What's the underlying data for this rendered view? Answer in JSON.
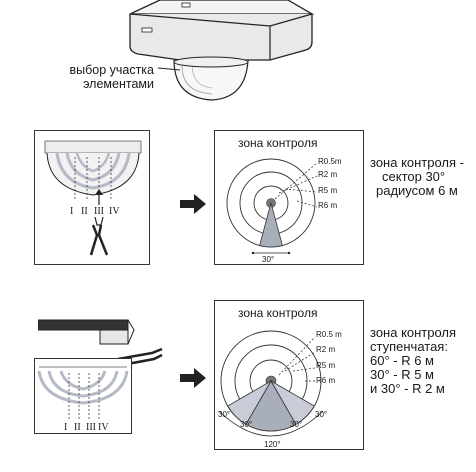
{
  "top": {
    "caption_line1": "выбор участка",
    "caption_line2": "элементами"
  },
  "section1": {
    "lens_marks": [
      "I",
      "II",
      "III",
      "IV"
    ],
    "zone_title": "зона контроля",
    "radii": [
      "R0.5m",
      "R2 m",
      "R5 m",
      "R6 m"
    ],
    "angle": "30°",
    "desc_lines": [
      "зона контроля -",
      "сектор 30°",
      "радиусом 6 м"
    ]
  },
  "section2": {
    "lens_marks": [
      "I",
      "II",
      "III",
      "IV"
    ],
    "zone_title": "зона контроля",
    "radii": [
      "R0.5 m",
      "R2 m",
      "R5 m",
      "R6 m"
    ],
    "angles": [
      "30°",
      "30°",
      "30°",
      "30°"
    ],
    "total_angle": "120°",
    "desc_lines": [
      "зона контроля",
      "ступенчатая:",
      "60° - R 6 м",
      "30° - R 5 м",
      "и 30° - R 2 м"
    ]
  },
  "colors": {
    "line": "#222222",
    "light_fill": "#c8ccd6",
    "mid_fill": "#a9aebb",
    "panel_border": "#333333"
  }
}
